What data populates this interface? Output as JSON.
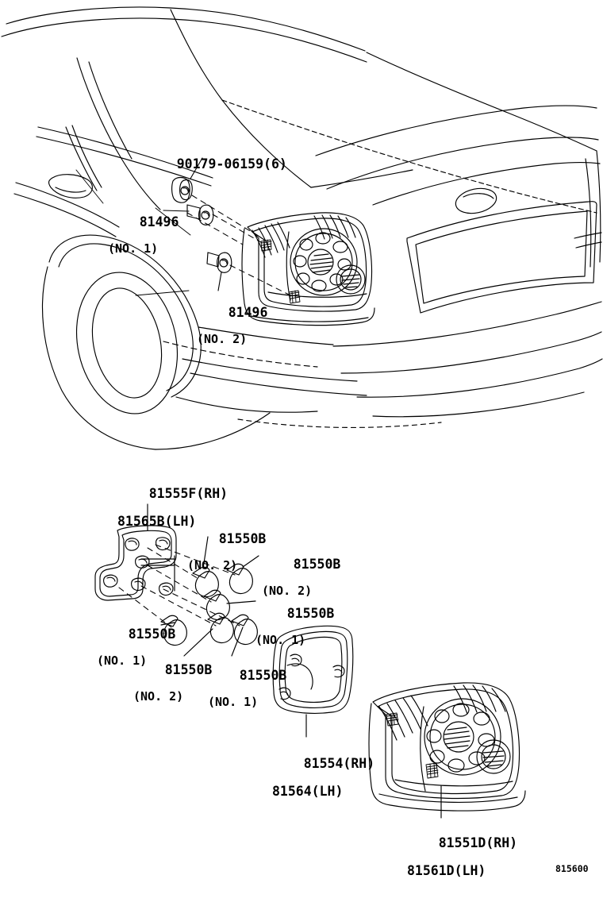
{
  "diagram": {
    "sheet_code": "815600",
    "title_hidden": "Rear Combination Lamp Exploded View"
  },
  "upper_view": {
    "labels": [
      {
        "id": "nut-90179",
        "part": "90179-06159(6)",
        "sub": ""
      },
      {
        "id": "screw-81496-no1",
        "part": "81496",
        "sub": "(NO. 1)"
      },
      {
        "id": "screw-81496-no2",
        "part": "81496",
        "sub": "(NO. 2)"
      }
    ]
  },
  "lower_view": {
    "labels": [
      {
        "id": "socket-plate",
        "part": "81555F(RH)",
        "part2": "81565B(LH)",
        "sub": ""
      },
      {
        "id": "bulb-a",
        "part": "81550B",
        "sub": "(NO. 2)"
      },
      {
        "id": "bulb-b",
        "part": "81550B",
        "sub": "(NO. 2)"
      },
      {
        "id": "bulb-c",
        "part": "81550B",
        "sub": "(NO. 1)"
      },
      {
        "id": "bulb-d",
        "part": "81550B",
        "sub": "(NO. 1)"
      },
      {
        "id": "bulb-e",
        "part": "81550B",
        "sub": "(NO. 2)"
      },
      {
        "id": "bulb-f",
        "part": "81550B",
        "sub": "(NO. 1)"
      },
      {
        "id": "gasket",
        "part": "81554(RH)",
        "part2": "81564(LH)",
        "sub": ""
      },
      {
        "id": "lens-body",
        "part": "81551D(RH)",
        "part2": "81561D(LH)",
        "sub": ""
      }
    ]
  }
}
